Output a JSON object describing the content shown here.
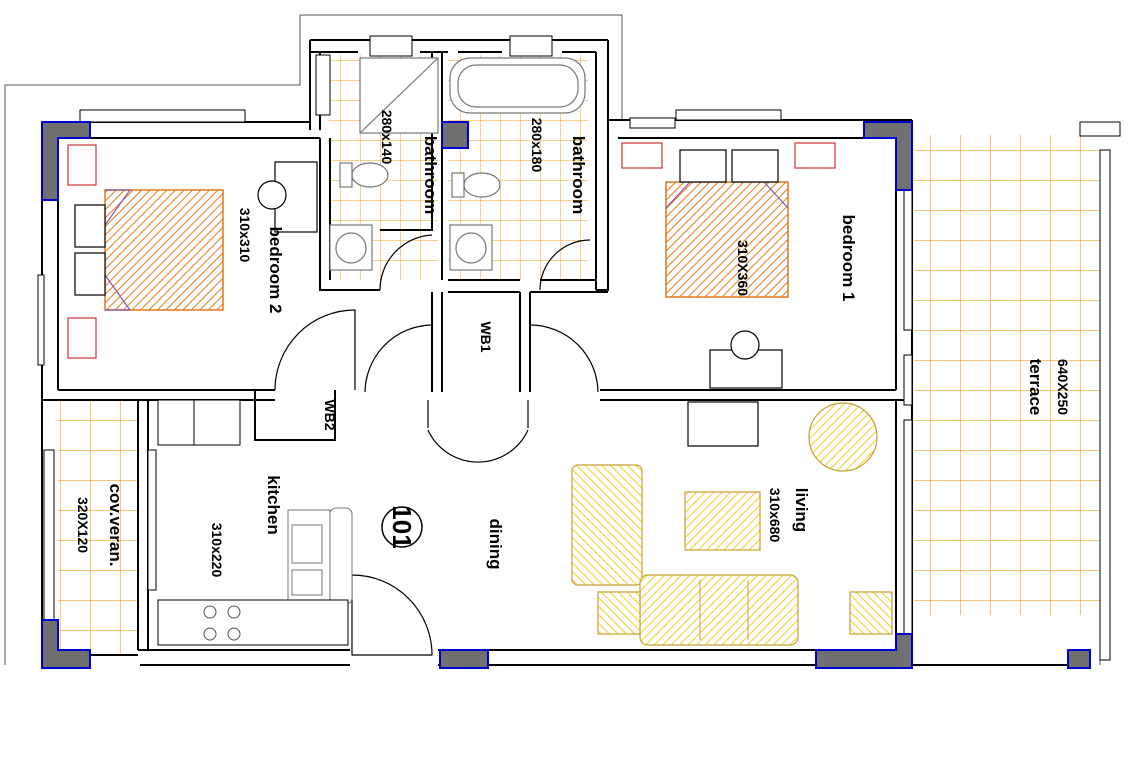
{
  "plan": {
    "unit_number": "101",
    "rooms": [
      {
        "id": "bedroom2",
        "name": "bedroom 2",
        "size": "310x310"
      },
      {
        "id": "bath1",
        "name": "bathroom",
        "size": "280x140"
      },
      {
        "id": "bath2",
        "name": "bathroom",
        "size": "280x180"
      },
      {
        "id": "bedroom1",
        "name": "bedroom 1",
        "size": "310X360"
      },
      {
        "id": "terrace",
        "name": "terrace",
        "size": "640X250"
      },
      {
        "id": "living",
        "name": "living",
        "size": "310x680"
      },
      {
        "id": "dining",
        "name": "dining"
      },
      {
        "id": "kitchen",
        "name": "kitchen",
        "size": "310x220"
      },
      {
        "id": "veranda",
        "name": "cov.veran.",
        "size": "320X120"
      }
    ],
    "wardrobes": [
      "WB1",
      "WB2"
    ],
    "colors": {
      "wall": "#000000",
      "column": "#707070",
      "column_edge": "#0000cc",
      "tile_grid": "#f0a020",
      "bed_hatch": "#e07818",
      "sofa_hatch": "#f2d24a",
      "pillow": "#cc3333",
      "fixture": "#777777"
    }
  }
}
